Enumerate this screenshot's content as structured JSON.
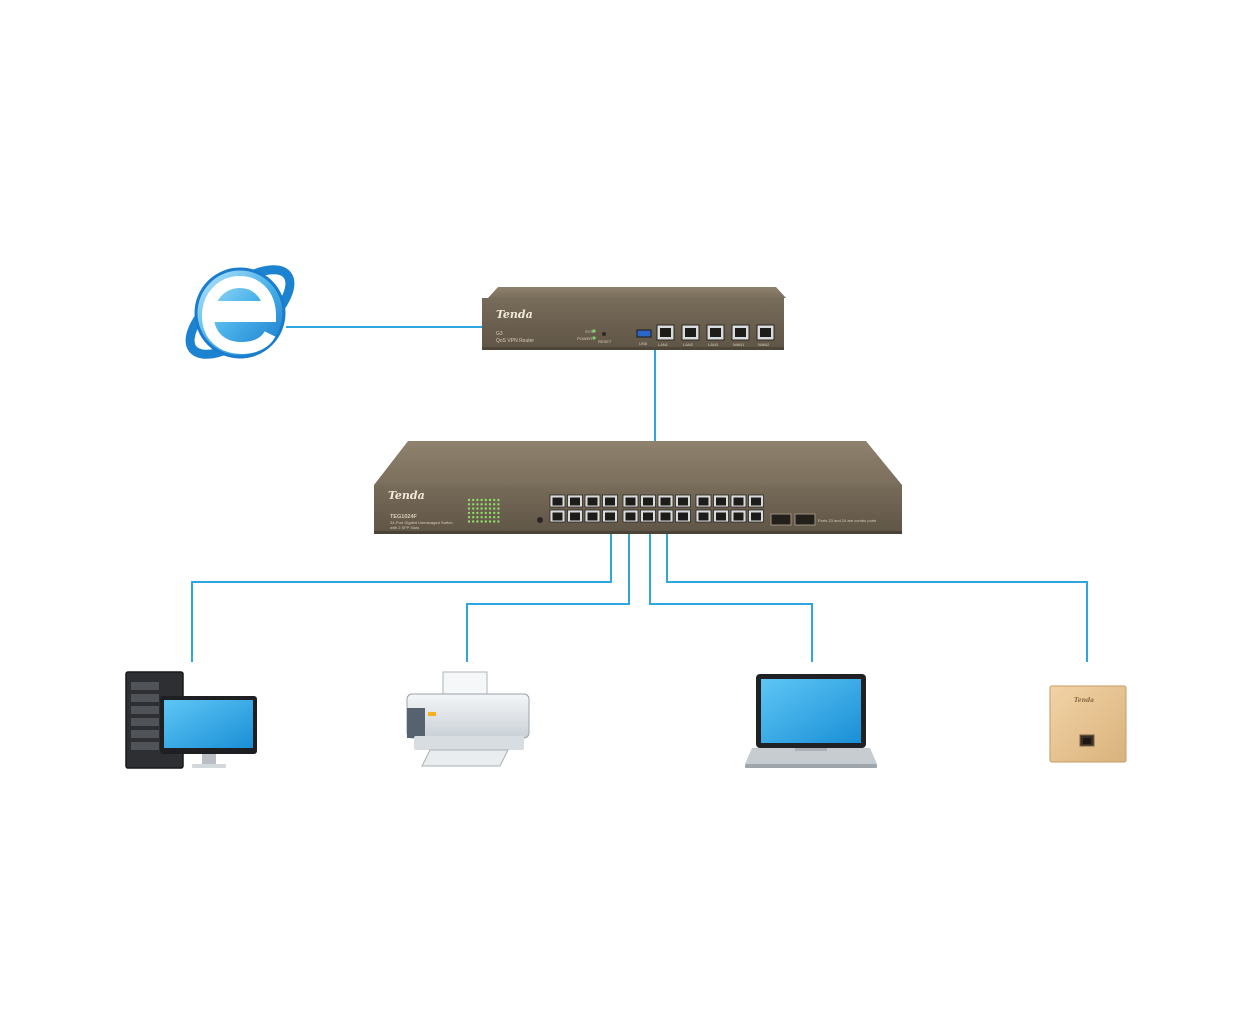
{
  "colors": {
    "link": "#2ea7e0",
    "device_top": "#8c7f6b",
    "device_front": "#6f6454",
    "device_dark": "#574e41"
  },
  "internet": {
    "icon": "internet-explorer-icon"
  },
  "router": {
    "brand": "Tenda",
    "model": "G3",
    "description": "QoS VPN Router",
    "led_sys": "SYS",
    "led_power": "POWER",
    "reset": "RESET",
    "usb": "USB",
    "ports": [
      "LAN1",
      "LAN2",
      "LAN3",
      "WAN1",
      "WAN2"
    ]
  },
  "switch": {
    "brand": "Tenda",
    "model": "TEG1024F",
    "description_line1": "24-Port Gigabit Unmanaged Switch",
    "description_line2": "with 2 SFP Slots",
    "sfp_note": "Ports 23 and 24 are combo ports"
  },
  "endpoints": [
    {
      "name": "desktop-server",
      "icon": "desktop-computer-icon"
    },
    {
      "name": "printer",
      "icon": "printer-icon"
    },
    {
      "name": "laptop",
      "icon": "laptop-icon"
    },
    {
      "name": "access-point",
      "icon": "wall-access-point-icon",
      "brand": "Tenda"
    }
  ]
}
